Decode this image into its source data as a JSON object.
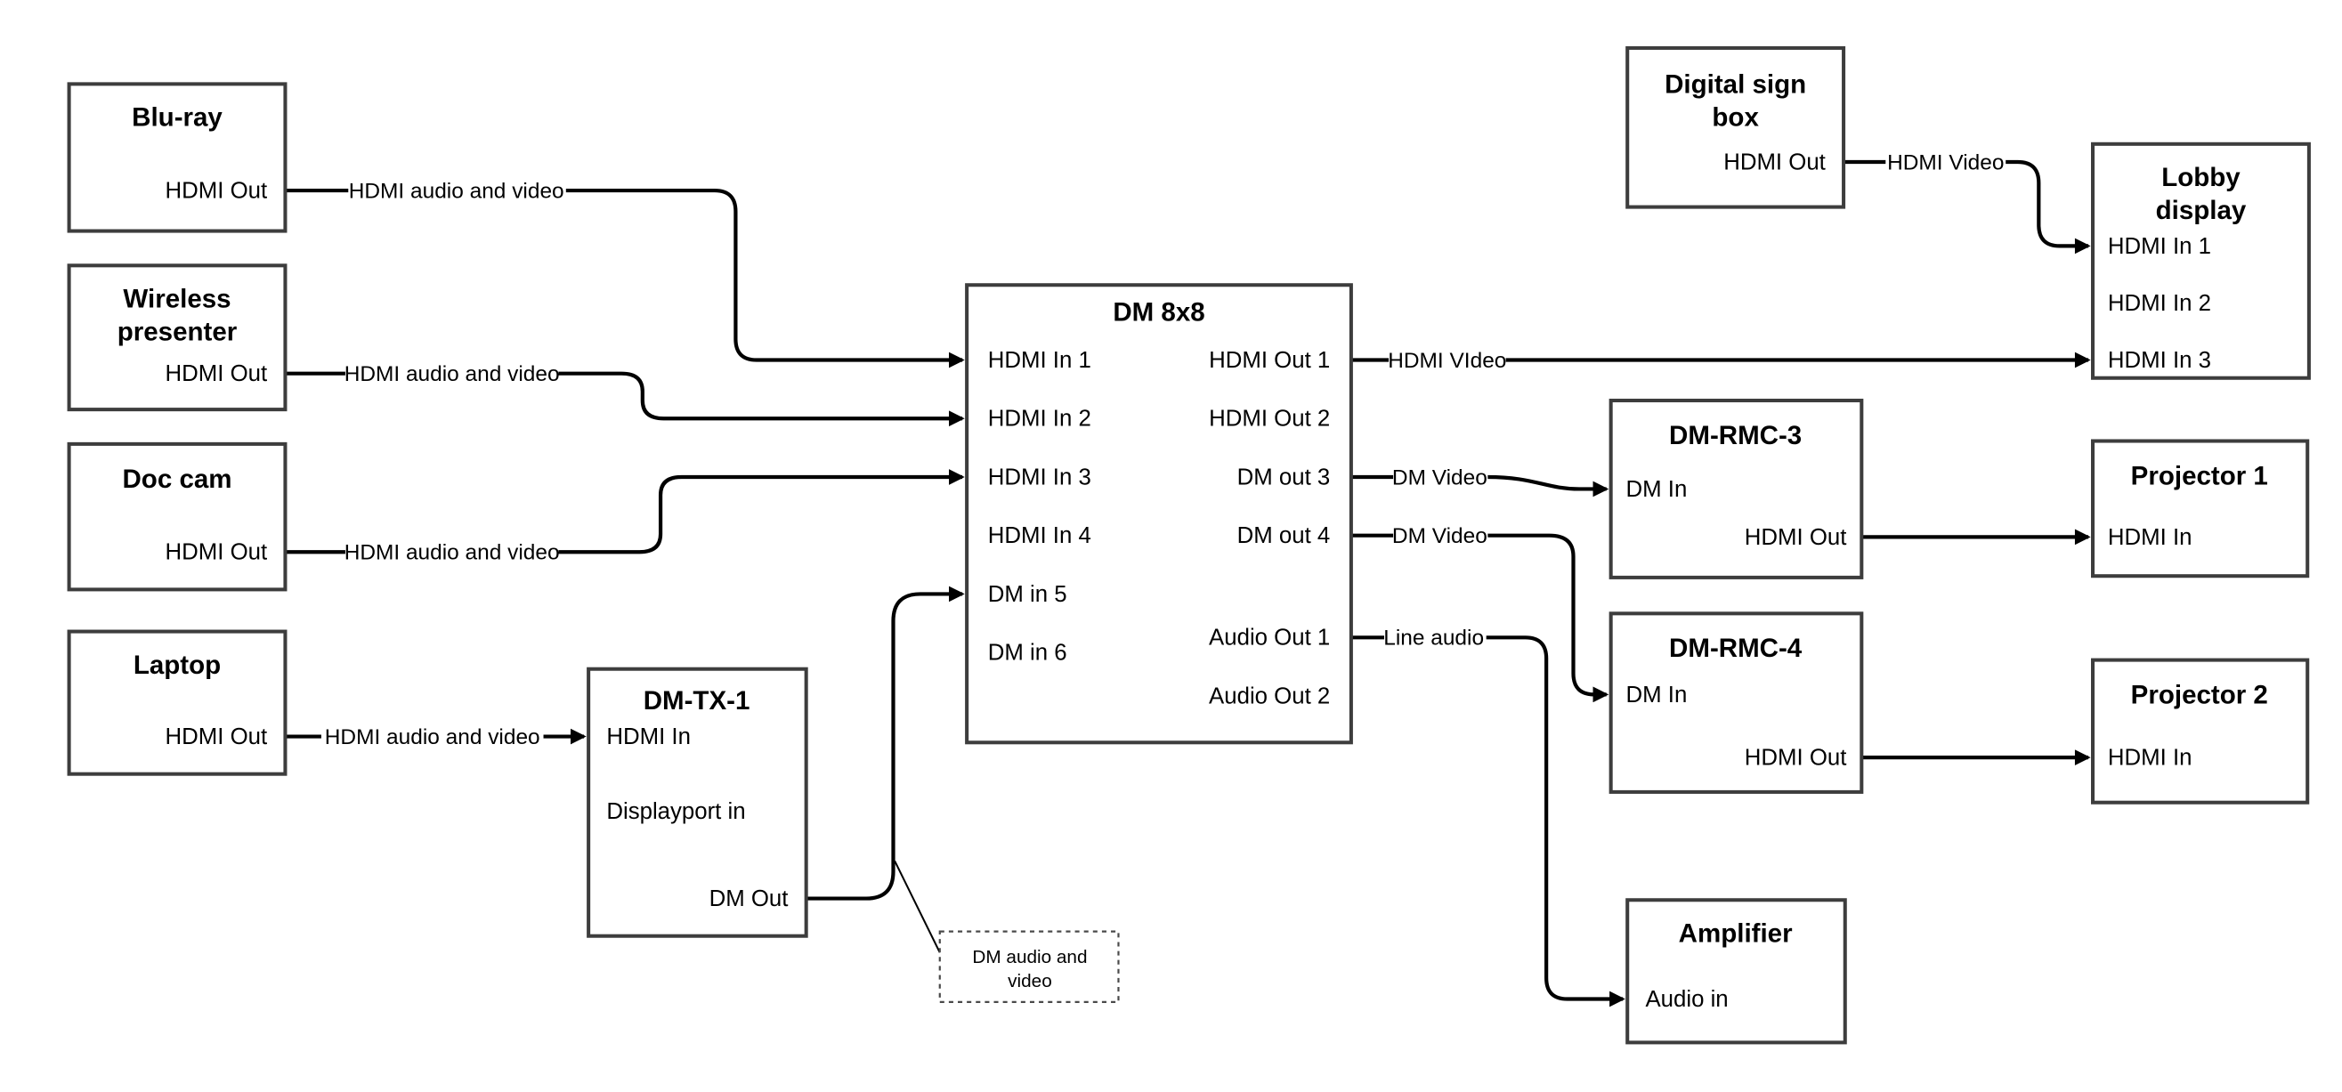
{
  "nodes": {
    "blu_ray": {
      "title": "Blu-ray",
      "port_hdmi_out": "HDMI Out"
    },
    "wireless_presenter": {
      "title_line1": "Wireless",
      "title_line2": "presenter",
      "port_hdmi_out": "HDMI Out"
    },
    "doc_cam": {
      "title": "Doc cam",
      "port_hdmi_out": "HDMI Out"
    },
    "laptop": {
      "title": "Laptop",
      "port_hdmi_out": "HDMI Out"
    },
    "dm_tx_1": {
      "title": "DM-TX-1",
      "port_hdmi_in": "HDMI In",
      "port_displayport_in": "Displayport in",
      "port_dm_out": "DM Out"
    },
    "dm_8x8": {
      "title": "DM 8x8",
      "port_hdmi_in_1": "HDMI In 1",
      "port_hdmi_in_2": "HDMI In 2",
      "port_hdmi_in_3": "HDMI In 3",
      "port_hdmi_in_4": "HDMI In 4",
      "port_dm_in_5": "DM in 5",
      "port_dm_in_6": "DM in 6",
      "port_hdmi_out_1": "HDMI Out 1",
      "port_hdmi_out_2": "HDMI Out 2",
      "port_dm_out_3": "DM out 3",
      "port_dm_out_4": "DM out 4",
      "port_audio_out_1": "Audio Out 1",
      "port_audio_out_2": "Audio Out 2"
    },
    "digital_sign_box": {
      "title_line1": "Digital sign",
      "title_line2": "box",
      "port_hdmi_out": "HDMI Out"
    },
    "lobby_display": {
      "title_line1": "Lobby",
      "title_line2": "display",
      "port_hdmi_in_1": "HDMI In 1",
      "port_hdmi_in_2": "HDMI In 2",
      "port_hdmi_in_3": "HDMI In 3"
    },
    "dm_rmc_3": {
      "title": "DM-RMC-3",
      "port_dm_in": "DM In",
      "port_hdmi_out": "HDMI Out"
    },
    "projector_1": {
      "title": "Projector 1",
      "port_hdmi_in": "HDMI In"
    },
    "dm_rmc_4": {
      "title": "DM-RMC-4",
      "port_dm_in": "DM In",
      "port_hdmi_out": "HDMI Out"
    },
    "projector_2": {
      "title": "Projector 2",
      "port_hdmi_in": "HDMI In"
    },
    "amplifier": {
      "title": "Amplifier",
      "port_audio_in": "Audio in"
    }
  },
  "edge_labels": {
    "blu_ray_to_dm8x8": "HDMI audio and video",
    "wireless_to_dm8x8": "HDMI audio and video",
    "doc_cam_to_dm8x8": "HDMI audio and video",
    "laptop_to_dmtx1": "HDMI audio and video",
    "dm8x8_to_lobby": "HDMI VIdeo",
    "dm8x8_to_rmc3": "DM Video",
    "dm8x8_to_rmc4": "DM Video",
    "dm8x8_to_amplifier": "Line audio",
    "digital_sign_to_lobby": "HDMI Video"
  },
  "note": {
    "line1": "DM audio and",
    "line2": "video"
  },
  "colors": {
    "background": "#ffffff",
    "connector_line": "#010101",
    "box_border": "#3d3d3d",
    "text": "#010101"
  }
}
